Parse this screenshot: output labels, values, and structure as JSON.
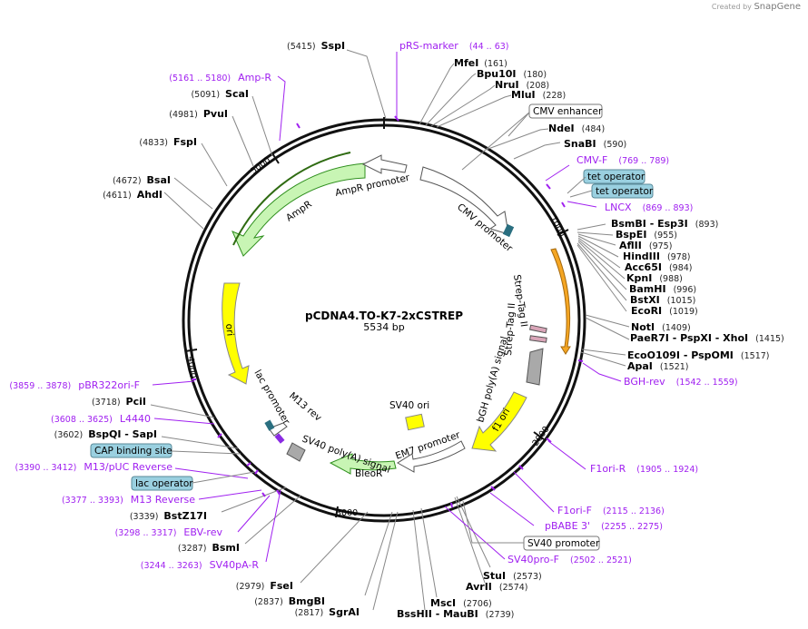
{
  "credit": {
    "prefix": "Created by",
    "brand": "SnapGene"
  },
  "plasmid": {
    "name": "pCDNA4.TO-K7-2xCSTREP",
    "size": "5534 bp",
    "length": 5534
  },
  "ticks": [
    "1000",
    "2000",
    "3000",
    "4000",
    "5000"
  ],
  "enzymes": [
    {
      "name": "SspI",
      "pos": "(5415)"
    },
    {
      "name": "MfeI",
      "pos": "(161)"
    },
    {
      "name": "Bpu10I",
      "pos": "(180)"
    },
    {
      "name": "NruI",
      "pos": "(208)"
    },
    {
      "name": "MluI",
      "pos": "(228)"
    },
    {
      "name": "NdeI",
      "pos": "(484)"
    },
    {
      "name": "SnaBI",
      "pos": "(590)"
    },
    {
      "name": "BsmBI - Esp3I",
      "pos": "(893)"
    },
    {
      "name": "BspEI",
      "pos": "(955)"
    },
    {
      "name": "AflII",
      "pos": "(975)"
    },
    {
      "name": "HindIII",
      "pos": "(978)"
    },
    {
      "name": "Acc65I",
      "pos": "(984)"
    },
    {
      "name": "KpnI",
      "pos": "(988)"
    },
    {
      "name": "BamHI",
      "pos": "(996)"
    },
    {
      "name": "BstXI",
      "pos": "(1015)"
    },
    {
      "name": "EcoRI",
      "pos": "(1019)"
    },
    {
      "name": "NotI",
      "pos": "(1409)"
    },
    {
      "name": "PaeR7I - PspXI - XhoI",
      "pos": "(1415)"
    },
    {
      "name": "EcoO109I - PspOMI",
      "pos": "(1517)"
    },
    {
      "name": "ApaI",
      "pos": "(1521)"
    },
    {
      "name": "StuI",
      "pos": "(2573)"
    },
    {
      "name": "AvrII",
      "pos": "(2574)"
    },
    {
      "name": "MscI",
      "pos": "(2706)"
    },
    {
      "name": "BssHII - MauBI",
      "pos": "(2739)"
    },
    {
      "name": "SgrAI",
      "pos": "(2817)"
    },
    {
      "name": "BmgBI",
      "pos": "(2837)"
    },
    {
      "name": "FseI",
      "pos": "(2979)"
    },
    {
      "name": "BsmI",
      "pos": "(3287)"
    },
    {
      "name": "BstZ17I",
      "pos": "(3339)"
    },
    {
      "name": "BspQI - SapI",
      "pos": "(3602)"
    },
    {
      "name": "PciI",
      "pos": "(3718)"
    },
    {
      "name": "AhdI",
      "pos": "(4611)"
    },
    {
      "name": "BsaI",
      "pos": "(4672)"
    },
    {
      "name": "FspI",
      "pos": "(4833)"
    },
    {
      "name": "PvuI",
      "pos": "(4981)"
    },
    {
      "name": "ScaI",
      "pos": "(5091)"
    }
  ],
  "primers": [
    {
      "name": "pRS-marker",
      "pos": "(44 .. 63)"
    },
    {
      "name": "Amp-R",
      "pos": "(5161 .. 5180)"
    },
    {
      "name": "CMV-F",
      "pos": "(769 .. 789)"
    },
    {
      "name": "LNCX",
      "pos": "(869 .. 893)"
    },
    {
      "name": "BGH-rev",
      "pos": "(1542 .. 1559)"
    },
    {
      "name": "F1ori-R",
      "pos": "(1905 .. 1924)"
    },
    {
      "name": "F1ori-F",
      "pos": "(2115 .. 2136)"
    },
    {
      "name": "pBABE 3'",
      "pos": "(2255 .. 2275)"
    },
    {
      "name": "SV40pro-F",
      "pos": "(2502 .. 2521)"
    },
    {
      "name": "pBR322ori-F",
      "pos": "(3859 .. 3878)"
    },
    {
      "name": "L4440",
      "pos": "(3608 .. 3625)"
    },
    {
      "name": "M13/pUC Reverse",
      "pos": "(3390 .. 3412)"
    },
    {
      "name": "M13 Reverse",
      "pos": "(3377 .. 3393)"
    },
    {
      "name": "EBV-rev",
      "pos": "(3298 .. 3317)"
    },
    {
      "name": "SV40pA-R",
      "pos": "(3244 .. 3263)"
    }
  ],
  "boxed_features": [
    {
      "name": "CMV enhancer",
      "type": "white"
    },
    {
      "name": "tet operator",
      "type": "blue"
    },
    {
      "name": "tet operator",
      "type": "blue"
    },
    {
      "name": "SV40 promoter",
      "type": "white"
    },
    {
      "name": "CAP binding site",
      "type": "blue"
    },
    {
      "name": "lac operator",
      "type": "blue"
    }
  ],
  "inner_features": [
    "AmpR promoter",
    "AmpR",
    "CMV promoter",
    "ori",
    "Strep-Tag II",
    "Strep-Tag II",
    "bGH poly(A) signal",
    "f1 ori",
    "SV40 ori",
    "EM7 promoter",
    "BleoR",
    "SV40 poly(A) signal",
    "lac promoter",
    "M13 rev"
  ],
  "colors": {
    "backbone": "#111111",
    "enzyme_line": "#777777",
    "primer": "#a020f0",
    "ampr": "#c8f5b4",
    "ampr_stroke": "#4caf32",
    "ori": "#ffff00",
    "f1ori": "#ffff00",
    "bleor": "#c8f5b4",
    "cmv_promoter": "#ffffff",
    "polyA": "#a9a9a9",
    "blue_box": "#9ad0e0",
    "orange_arrow": "#f5a623"
  }
}
